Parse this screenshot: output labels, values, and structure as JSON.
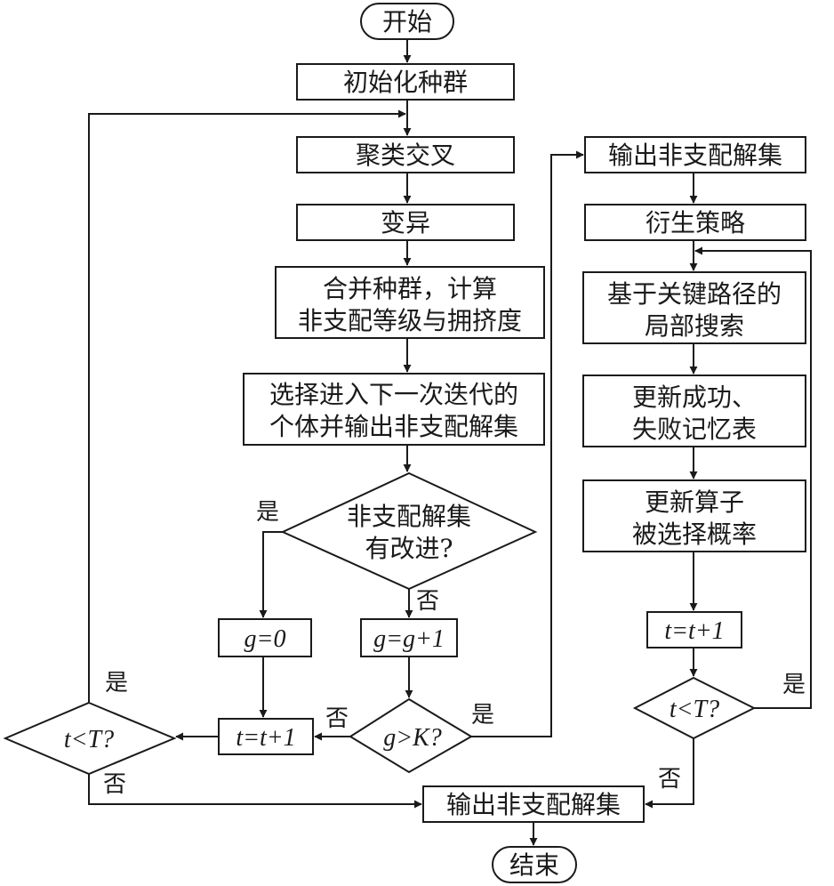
{
  "nodes": {
    "start": "开始",
    "init": "初始化种群",
    "crossover": "聚类交叉",
    "mutation": "变异",
    "merge": [
      "合并种群，计算",
      "非支配等级与拥挤度"
    ],
    "select": [
      "选择进入下一次迭代的",
      "个体并输出非支配解集"
    ],
    "decision_improve": [
      "非支配解集",
      "有改进?"
    ],
    "g_zero": "g=0",
    "g_inc": "g=g+1",
    "decision_gk": "g>K?",
    "t_inc_left": "t=t+1",
    "decision_t_left": "t<T?",
    "output_right_top": "输出非支配解集",
    "derive": "衍生策略",
    "local_search": [
      "基于关键路径的",
      "局部搜索"
    ],
    "update_memory": [
      "更新成功、",
      "失败记忆表"
    ],
    "update_prob": [
      "更新算子",
      "被选择概率"
    ],
    "t_inc_right": "t=t+1",
    "decision_t_right": "t<T?",
    "output_bottom": "输出非支配解集",
    "end": "结束"
  },
  "edge_labels": {
    "improve_yes": "是",
    "improve_no": "否",
    "gk_no": "否",
    "gk_yes": "是",
    "t_left_yes": "是",
    "t_left_no": "否",
    "t_right_yes": "是",
    "t_right_no": "否"
  }
}
